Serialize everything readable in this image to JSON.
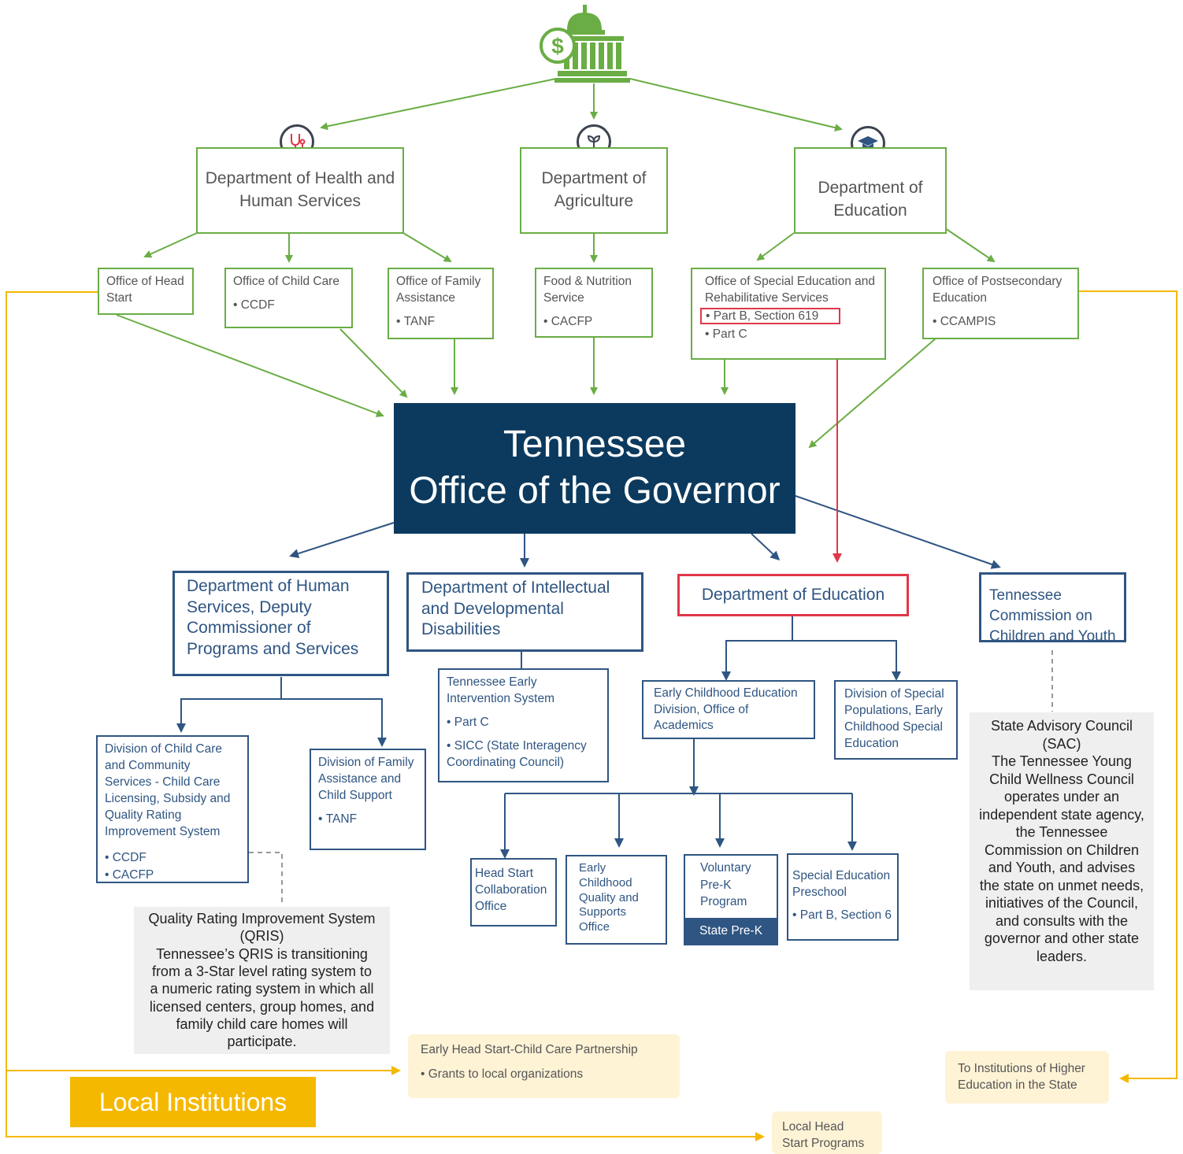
{
  "top_icon": "capitol-dollar-icon",
  "colors": {
    "green": "#6aad45",
    "navy": "#0c3a5e",
    "blue": "#2f5582",
    "red": "#e0374a",
    "yellow": "#f5b800",
    "gray_box": "#efefef",
    "cream_box": "#fff3d6"
  },
  "federal": {
    "hhs": {
      "title": "Department of Health and Human Services",
      "icon": "stethoscope-icon"
    },
    "agriculture": {
      "title": "Department of Agriculture",
      "icon": "sprout-icon"
    },
    "education": {
      "title": "Department of Education",
      "icon": "graduation-cap-icon"
    }
  },
  "federal_offices": {
    "head_start": {
      "title": "Office of Head Start"
    },
    "child_care": {
      "title": "Office of Child Care",
      "items": [
        "CCDF"
      ]
    },
    "family_assistance": {
      "title": "Office of Family Assistance",
      "items": [
        "TANF"
      ]
    },
    "food_nutrition": {
      "title": "Food & Nutrition Service",
      "items": [
        "CACFP"
      ]
    },
    "special_ed": {
      "title": "Office of Special Education and Rehabilitative Services",
      "items": [
        "Part B, Section 619",
        "Part C"
      ]
    },
    "postsecondary": {
      "title": "Office of Postsecondary Education",
      "items": [
        "CCAMPIS"
      ]
    }
  },
  "governor": {
    "line1": "Tennessee",
    "line2": "Office of the Governor"
  },
  "state": {
    "human_services": {
      "title": "Department of Human Services, Deputy Commissioner of Programs and Services"
    },
    "idd": {
      "title": "Department of Intellectual and Developmental Disabilities"
    },
    "education": {
      "title": "Department of Education"
    },
    "commission": {
      "title": "Tennessee Commission on Children and Youth"
    }
  },
  "divisions": {
    "child_care": {
      "title": "Division of Child Care and Community Services - Child Care Licensing, Subsidy and Quality Rating Improvement System",
      "items": [
        "CCDF",
        "CACFP"
      ]
    },
    "family_assistance": {
      "title": "Division of Family Assistance and Child Support",
      "items": [
        "TANF"
      ]
    },
    "teis": {
      "title": "Tennessee Early Intervention System",
      "items": [
        "Part C",
        "SICC (State Interagency Coordinating Council)"
      ]
    },
    "early_childhood": {
      "title": "Early Childhood Education Division, Office of Academics"
    },
    "special_populations": {
      "title": "Division of Special Populations, Early Childhood Special Education"
    }
  },
  "programs": {
    "head_start_collab": {
      "title": "Head Start Collaboration Office"
    },
    "quality_supports": {
      "title": "Early Childhood Quality and Supports Office"
    },
    "prek": {
      "title": "Voluntary Pre-K Program",
      "footer": "State Pre-K"
    },
    "sped_preschool": {
      "title": "Special Education Preschool",
      "items": [
        "Part B, Section 6"
      ]
    }
  },
  "notes": {
    "qris": {
      "title": "Quality Rating Improvement System (QRIS)",
      "body": "Tennessee’s QRIS is transitioning from a 3-Star level rating system to a numeric rating system in which all licensed centers, group homes, and family child care homes will participate."
    },
    "sac": {
      "title": "State Advisory Council (SAC)",
      "body": "The Tennessee Young Child Wellness Council operates under an independent state agency, the Tennessee Commission on Children and Youth, and advises the state on unmet needs, initiatives of the Council, and consults with the governor and other state leaders."
    }
  },
  "local": {
    "label": "Local Institutions",
    "ehs_partnership": {
      "title": "Early Head Start-Child Care Partnership",
      "items": [
        "Grants to local organizations"
      ]
    },
    "higher_ed": {
      "title": "To Institutions of Higher Education in the State"
    },
    "head_start_programs": {
      "title": "Local Head Start Programs"
    }
  }
}
